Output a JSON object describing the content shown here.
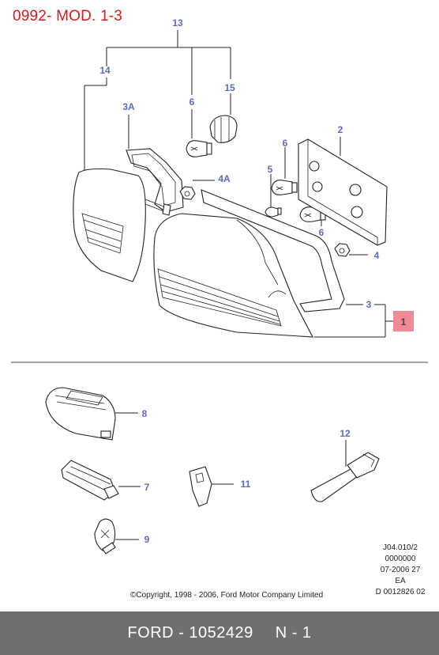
{
  "title": "0992- MOD. 1-3",
  "callouts": {
    "c1": "1",
    "c2": "2",
    "c3": "3",
    "c3a": "3A",
    "c4": "4",
    "c4a": "4A",
    "c5": "5",
    "c6a": "6",
    "c6b": "6",
    "c6c": "6",
    "c7": "7",
    "c8": "8",
    "c9": "9",
    "c11": "11",
    "c12": "12",
    "c13": "13",
    "c14": "14",
    "c15": "15"
  },
  "highlight_color": "#f08a96",
  "callout_color": "#5a6bc0",
  "reference": {
    "line1": "J04.010/2",
    "line2": "0000000",
    "line3": "07-2006 27",
    "line4": "EA",
    "line5": "D 0012826 02"
  },
  "copyright": "©Copyright, 1998 - 2006, Ford Motor Company Limited",
  "footer": {
    "brand_part": "FORD - 1052429",
    "position": "N - 1"
  }
}
